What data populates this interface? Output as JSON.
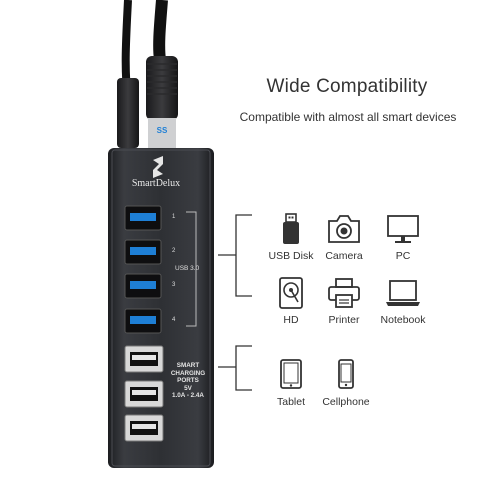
{
  "headline": "Wide Compatibility",
  "subline": "Compatible with almost all smart devices",
  "hub": {
    "brand": "SmartDelux",
    "usb3_ports": [
      "1",
      "2",
      "3",
      "4"
    ],
    "usb3_label": "USB 3.0",
    "charging_label_lines": [
      "SMART",
      "CHARGING",
      "PORTS",
      "5V",
      "1.0A - 2.4A"
    ]
  },
  "devices_group_1": [
    {
      "label": "USB Disk",
      "icon": "usb-disk-icon"
    },
    {
      "label": "Camera",
      "icon": "camera-icon"
    },
    {
      "label": "PC",
      "icon": "monitor-icon"
    },
    {
      "label": "HD",
      "icon": "hard-drive-icon"
    },
    {
      "label": "Printer",
      "icon": "printer-icon"
    },
    {
      "label": "Notebook",
      "icon": "laptop-icon"
    }
  ],
  "devices_group_2": [
    {
      "label": "Tablet",
      "icon": "tablet-icon"
    },
    {
      "label": "Cellphone",
      "icon": "cellphone-icon"
    }
  ],
  "colors": {
    "hub_body": "#2f3135",
    "usb3_blue": "#1e7fd6",
    "text": "#333333",
    "bracket": "#333333"
  }
}
